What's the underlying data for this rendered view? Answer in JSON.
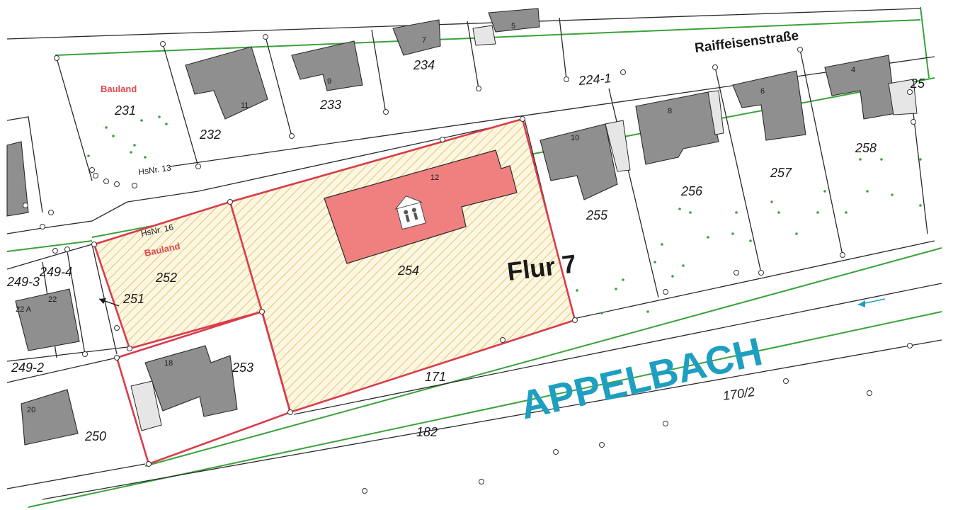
{
  "map": {
    "flur": "Flur 7",
    "street": "Raiffeisenstraße",
    "stream": "APPELBACH",
    "land_use": "Bauland",
    "house_number_labels": [
      "HsNr. 13",
      "HsNr. 16"
    ],
    "colors": {
      "parcel_border": "#2a2a2a",
      "road_edge": "#3aa23a",
      "highlight_border": "#d83c4a",
      "highlight_fill": "#fdf6e3",
      "hatch": "#e2c76a",
      "special_building": "#f08080",
      "building": "#8f8f8f",
      "stream_text": "#1e9fc0"
    },
    "parcels": [
      "231",
      "232",
      "233",
      "234",
      "224-1",
      "249-3",
      "249-4",
      "249-2",
      "250",
      "251",
      "252",
      "253",
      "254",
      "255",
      "256",
      "257",
      "258",
      "25",
      "171",
      "170/2",
      "182"
    ],
    "house_numbers": [
      "11",
      "9",
      "7",
      "5",
      "10",
      "8",
      "6",
      "4",
      "12",
      "22 A",
      "22",
      "18",
      "20"
    ],
    "icons": [
      "kindergarten-icon",
      "flow-arrow-icon",
      "pointer-arrow-icon"
    ]
  }
}
